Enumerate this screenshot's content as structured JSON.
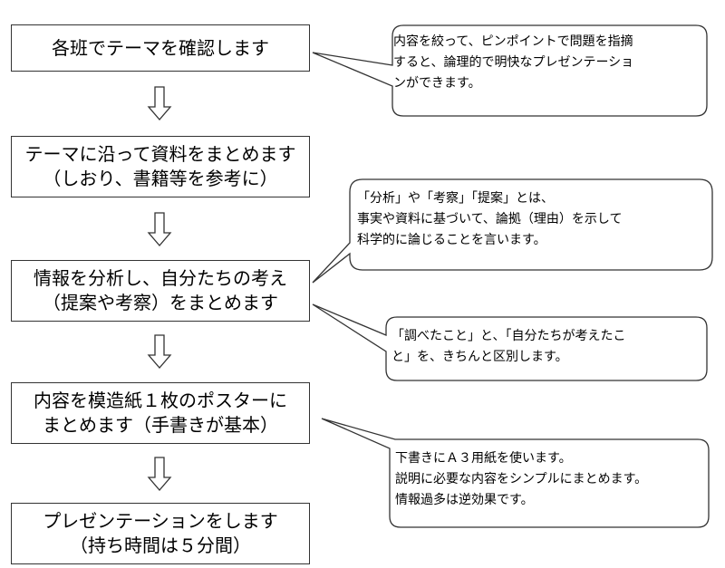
{
  "steps": [
    {
      "text": "各班でテーマを確認します"
    },
    {
      "text": "テーマに沿って資料をまとめます\n（しおり、書籍等を参考に）"
    },
    {
      "text": "情報を分析し、自分たちの考え\n（提案や考察）をまとめます"
    },
    {
      "text": "内容を模造紙１枚のポスターに\nまとめます（手書きが基本）"
    },
    {
      "text": "プレゼンテーションをします\n（持ち時間は５分間）"
    }
  ],
  "callouts": [
    {
      "text": "内容を絞って、ピンポイントで問題を指摘\nすると、論理的で明快なプレゼンテーショ\nンができます。"
    },
    {
      "text": "「分析」や「考察」「提案」とは、\n事実や資料に基づいて、論拠（理由）を示して\n科学的に論じることを言います。"
    },
    {
      "text": "「調べたこと」と、「自分たちが考えたこ\nと」を、きちんと区別します。"
    },
    {
      "text": "下書きにＡ３用紙を使います。\n説明に必要な内容をシンプルにまとめます。\n情報過多は逆効果です。"
    }
  ]
}
